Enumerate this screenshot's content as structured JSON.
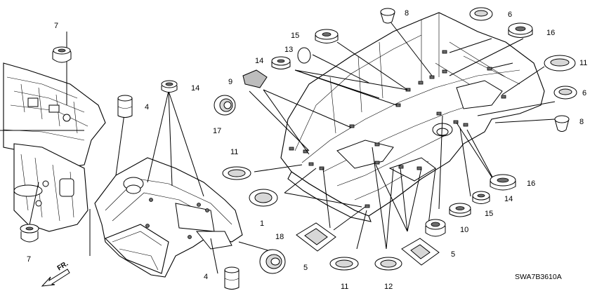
{
  "diagram": {
    "code": "SWA7B3610A",
    "direction_label": "FR.",
    "callouts": [
      {
        "id": "c-7a",
        "label": "7"
      },
      {
        "id": "c-7b",
        "label": "7"
      },
      {
        "id": "c-14a",
        "label": "14"
      },
      {
        "id": "c-4a",
        "label": "4"
      },
      {
        "id": "c-4b",
        "label": "4"
      },
      {
        "id": "c-17",
        "label": "17"
      },
      {
        "id": "c-11a",
        "label": "11"
      },
      {
        "id": "c-1",
        "label": "1"
      },
      {
        "id": "c-18",
        "label": "18"
      },
      {
        "id": "c-5a",
        "label": "5"
      },
      {
        "id": "c-11b",
        "label": "11"
      },
      {
        "id": "c-12",
        "label": "12"
      },
      {
        "id": "c-5b",
        "label": "5"
      },
      {
        "id": "c-10",
        "label": "10"
      },
      {
        "id": "c-15b",
        "label": "15"
      },
      {
        "id": "c-14c",
        "label": "14"
      },
      {
        "id": "c-16b",
        "label": "16"
      },
      {
        "id": "c-8b",
        "label": "8"
      },
      {
        "id": "c-6b",
        "label": "6"
      },
      {
        "id": "c-11c",
        "label": "11"
      },
      {
        "id": "c-16a",
        "label": "16"
      },
      {
        "id": "c-6a",
        "label": "6"
      },
      {
        "id": "c-8a",
        "label": "8"
      },
      {
        "id": "c-15a",
        "label": "15"
      },
      {
        "id": "c-13",
        "label": "13"
      },
      {
        "id": "c-14b",
        "label": "14"
      },
      {
        "id": "c-9",
        "label": "9"
      }
    ]
  }
}
